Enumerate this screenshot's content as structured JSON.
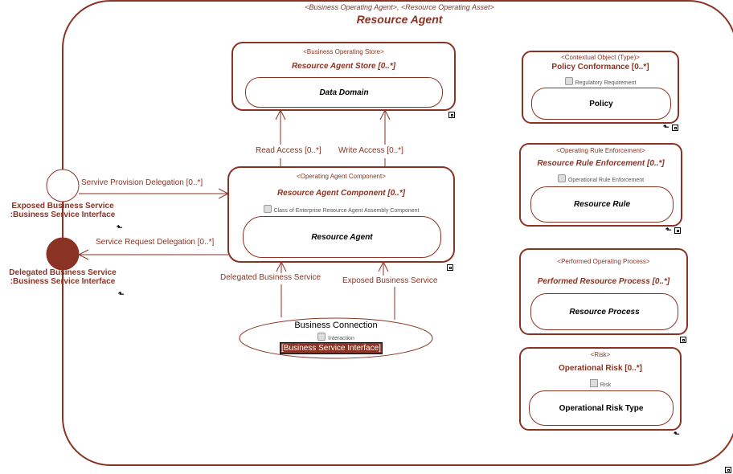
{
  "resource_agent": {
    "stereotype": "<Business Operating Agent>, <Resource Operating Asset>",
    "title": "Resource Agent"
  },
  "store": {
    "stereotype": "<Business Operating Store>",
    "title": "Resource Agent Store [0..*]",
    "inner": "Data Domain"
  },
  "component": {
    "stereotype": "<Operating Agent Component>",
    "title": "Resource Agent Component [0..*]",
    "type": "Class of Enterprise Resource Agent Assembly Component",
    "inner": "Resource Agent"
  },
  "policy": {
    "stereotype": "<Contextual Object (Type)>",
    "title": "Policy Conformance [0..*]",
    "type": "Regulatory Requirement",
    "inner": "Policy"
  },
  "rule": {
    "stereotype": "<Operating Rule Enforcement>",
    "title": "Resource Rule Enforcement [0..*]",
    "type": "Operational Rule Enforcement",
    "inner": "Resource Rule"
  },
  "process": {
    "stereotype": "<Performed Operating Process>",
    "title": "Performed Resource Process [0..*]",
    "inner": "Resource Process"
  },
  "risk": {
    "stereotype": "<Risk>",
    "title": "Operational Risk [0..*]",
    "type": "Risk",
    "inner": "Operational Risk Type"
  },
  "connection": {
    "title": "Business Connection",
    "type": "Interaction",
    "interface": "[Business Service Interface]"
  },
  "labels": {
    "read_access": "Read Access [0..*]",
    "write_access": "Write Access [0..*]",
    "provision": "Servive Provision Delegation [0..*]",
    "request": "Service Request Delegation [0..*]",
    "delegated_service": "Delegated Business Service",
    "exposed_service": "Exposed Business Service"
  },
  "ports": {
    "exposed": {
      "line1": "Exposed Business Service",
      "line2": ":Business Service Interface"
    },
    "delegated": {
      "line1": "Delegated Business Service",
      "line2": ":Business Service Interface"
    }
  },
  "colors": {
    "accent": "#8a3324",
    "port_fill": "#8a3324"
  }
}
